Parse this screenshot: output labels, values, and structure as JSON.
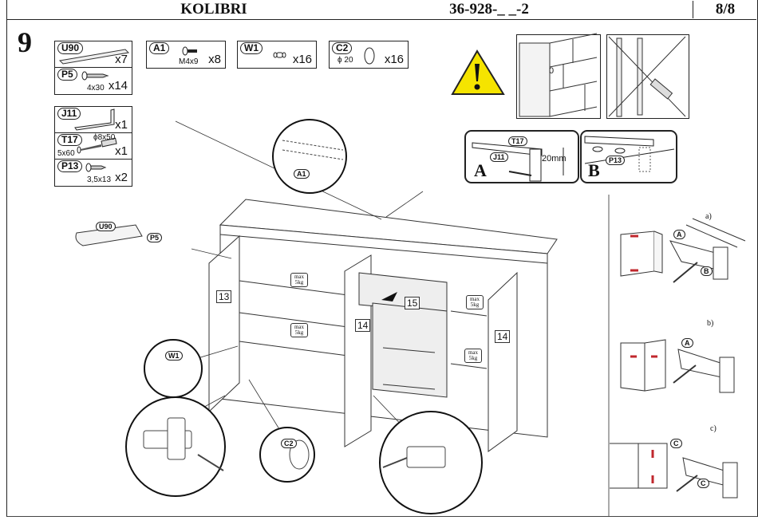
{
  "header": {
    "title": "KOLIBRI",
    "code": "36-928-_ _-2",
    "page": "8/8"
  },
  "step_number": "9",
  "parts": [
    {
      "id": "U90",
      "qty": "x7",
      "dim": ""
    },
    {
      "id": "P5",
      "qty": "x14",
      "dim": "4x30"
    },
    {
      "id": "A1",
      "qty": "x8",
      "dim": "M4x9"
    },
    {
      "id": "W1",
      "qty": "x16",
      "dim": ""
    },
    {
      "id": "C2",
      "qty": "x16",
      "dim": "ϕ 20"
    },
    {
      "id": "J11",
      "qty": "x1",
      "dim": ""
    },
    {
      "id": "T17",
      "qty": "x1",
      "dim": "5x60",
      "dim2": "ϕ8x50"
    },
    {
      "id": "P13",
      "qty": "x2",
      "dim": "3,5x13"
    }
  ],
  "wall_detail": {
    "warning_icon": "warning-triangle-icon",
    "warning_color": "#f5e400",
    "panel_a_label": "A",
    "panel_b_label": "B",
    "a_tags": [
      "T17",
      "J11"
    ],
    "a_dim": "20mm",
    "b_tags": [
      "P13"
    ]
  },
  "hinge_adjust": {
    "steps": [
      {
        "label": "a)",
        "callouts": [
          "A",
          "B"
        ]
      },
      {
        "label": "b)",
        "callouts": [
          "A"
        ]
      },
      {
        "label": "c)",
        "callouts": [
          "C",
          "C"
        ]
      }
    ],
    "arrow_color": "#c0272d"
  },
  "cabinet": {
    "panel_numbers": [
      "13",
      "14",
      "15",
      "14"
    ],
    "shelf_load": {
      "line1": "max",
      "line2": "5kg"
    },
    "callout_tags": {
      "top": "A1",
      "left_rail": "U90",
      "left_screw": "P5",
      "pin": "W1",
      "cap": "C2"
    }
  }
}
